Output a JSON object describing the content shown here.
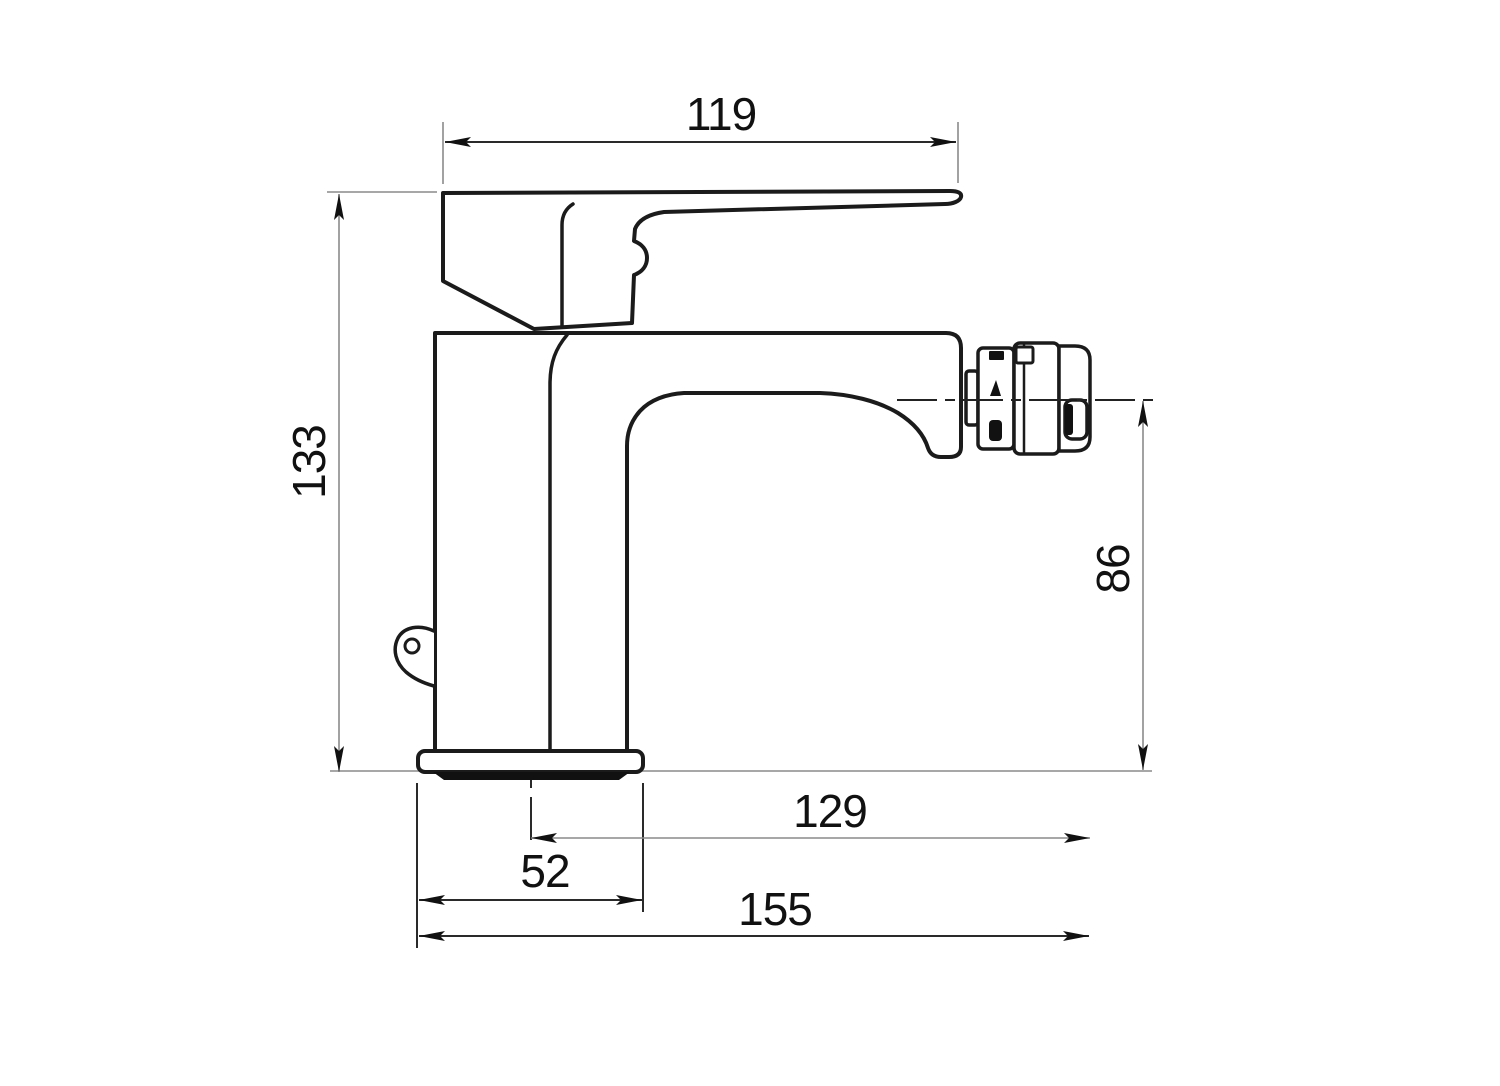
{
  "drawing": {
    "kind": "technical-dimension-drawing",
    "subject": "single-lever bidet mixer tap, side elevation",
    "dimension_labels": {
      "handle_length_top": "119",
      "overall_height_left": "133",
      "spout_outlet_height_right": "86",
      "spout_reach_from_center": "129",
      "base_width": "52",
      "overall_reach": "155"
    },
    "colors": {
      "background": "#ffffff",
      "outline": "#1b1b1b",
      "thin_dim_line": "#8a8a8a",
      "dark_dim_line": "#2a2a2a",
      "arrow_fill": "#111111",
      "label_text": "#111111"
    }
  }
}
